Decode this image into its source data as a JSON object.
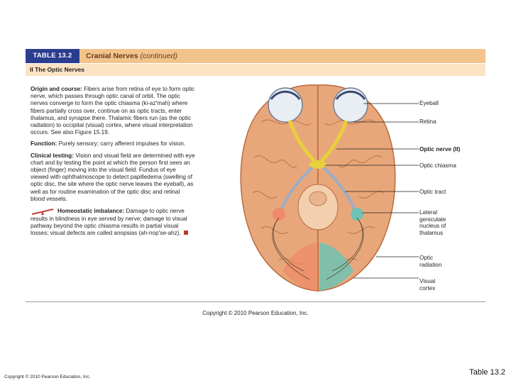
{
  "table": {
    "tag": "TABLE 13.2",
    "title": "Cranial Nerves",
    "title_suffix": "(continued)",
    "section": "II The Optic Nerves"
  },
  "text": {
    "origin_label": "Origin and course:",
    "origin_body": "Fibers arise from retina of eye to form optic nerve, which passes through optic canal of orbit. The optic nerves converge to form the optic chiasma (ki-az'mah) where fibers partially cross over, continue on as optic tracts, enter thalamus, and synapse there. Thalamic fibers run (as the optic radiation) to occipital (visual) cortex, where visual interpretation occurs. See also Figure 15.19.",
    "function_label": "Function:",
    "function_body": "Purely sensory; carry afferent impulses for vision.",
    "clinical_label": "Clinical testing:",
    "clinical_body": "Vision and visual field are determined with eye chart and by testing the point at which the person first sees an object (finger) moving into the visual field. Fundus of eye viewed with ophthalmoscope to detect papilledema (swelling of optic disc, the site where the optic nerve leaves the eyeball), as well as for routine examination of the optic disc and retinal blood vessels.",
    "imbalance_label": "Homeostatic imbalance:",
    "imbalance_body": "Damage to optic nerve results in blindness in eye served by nerve; damage to visual pathway beyond the optic chiasma results in partial visual losses; visual defects are called anopsias (ah-nop'se-ahz)."
  },
  "labels": {
    "eyeball": "Eyeball",
    "retina": "Retina",
    "optic_nerve": "Optic nerve (II)",
    "optic_chiasma": "Optic chiasma",
    "optic_tract": "Optic tract",
    "lgn_1": "Lateral",
    "lgn_2": "geniculate",
    "lgn_3": "nucleus of",
    "lgn_4": "thalamus",
    "radiation_1": "Optic",
    "radiation_2": "radiation",
    "cortex_1": "Visual",
    "cortex_2": "cortex"
  },
  "footer": {
    "inner_copyright": "Copyright © 2010 Pearson Education, Inc.",
    "slide_copyright": "Copyright © 2010 Pearson Education, Inc.",
    "slide_title": "Table 13.2"
  },
  "colors": {
    "header_bar": "#f2c48c",
    "tag_blue": "#2b3d8f",
    "sub_header": "#fbe3c4",
    "brain": "#e8a77a",
    "nerve_yellow": "#e8cf3c",
    "cortex_teal": "#6fc3b3",
    "lgn_orange": "#f08a6a"
  }
}
